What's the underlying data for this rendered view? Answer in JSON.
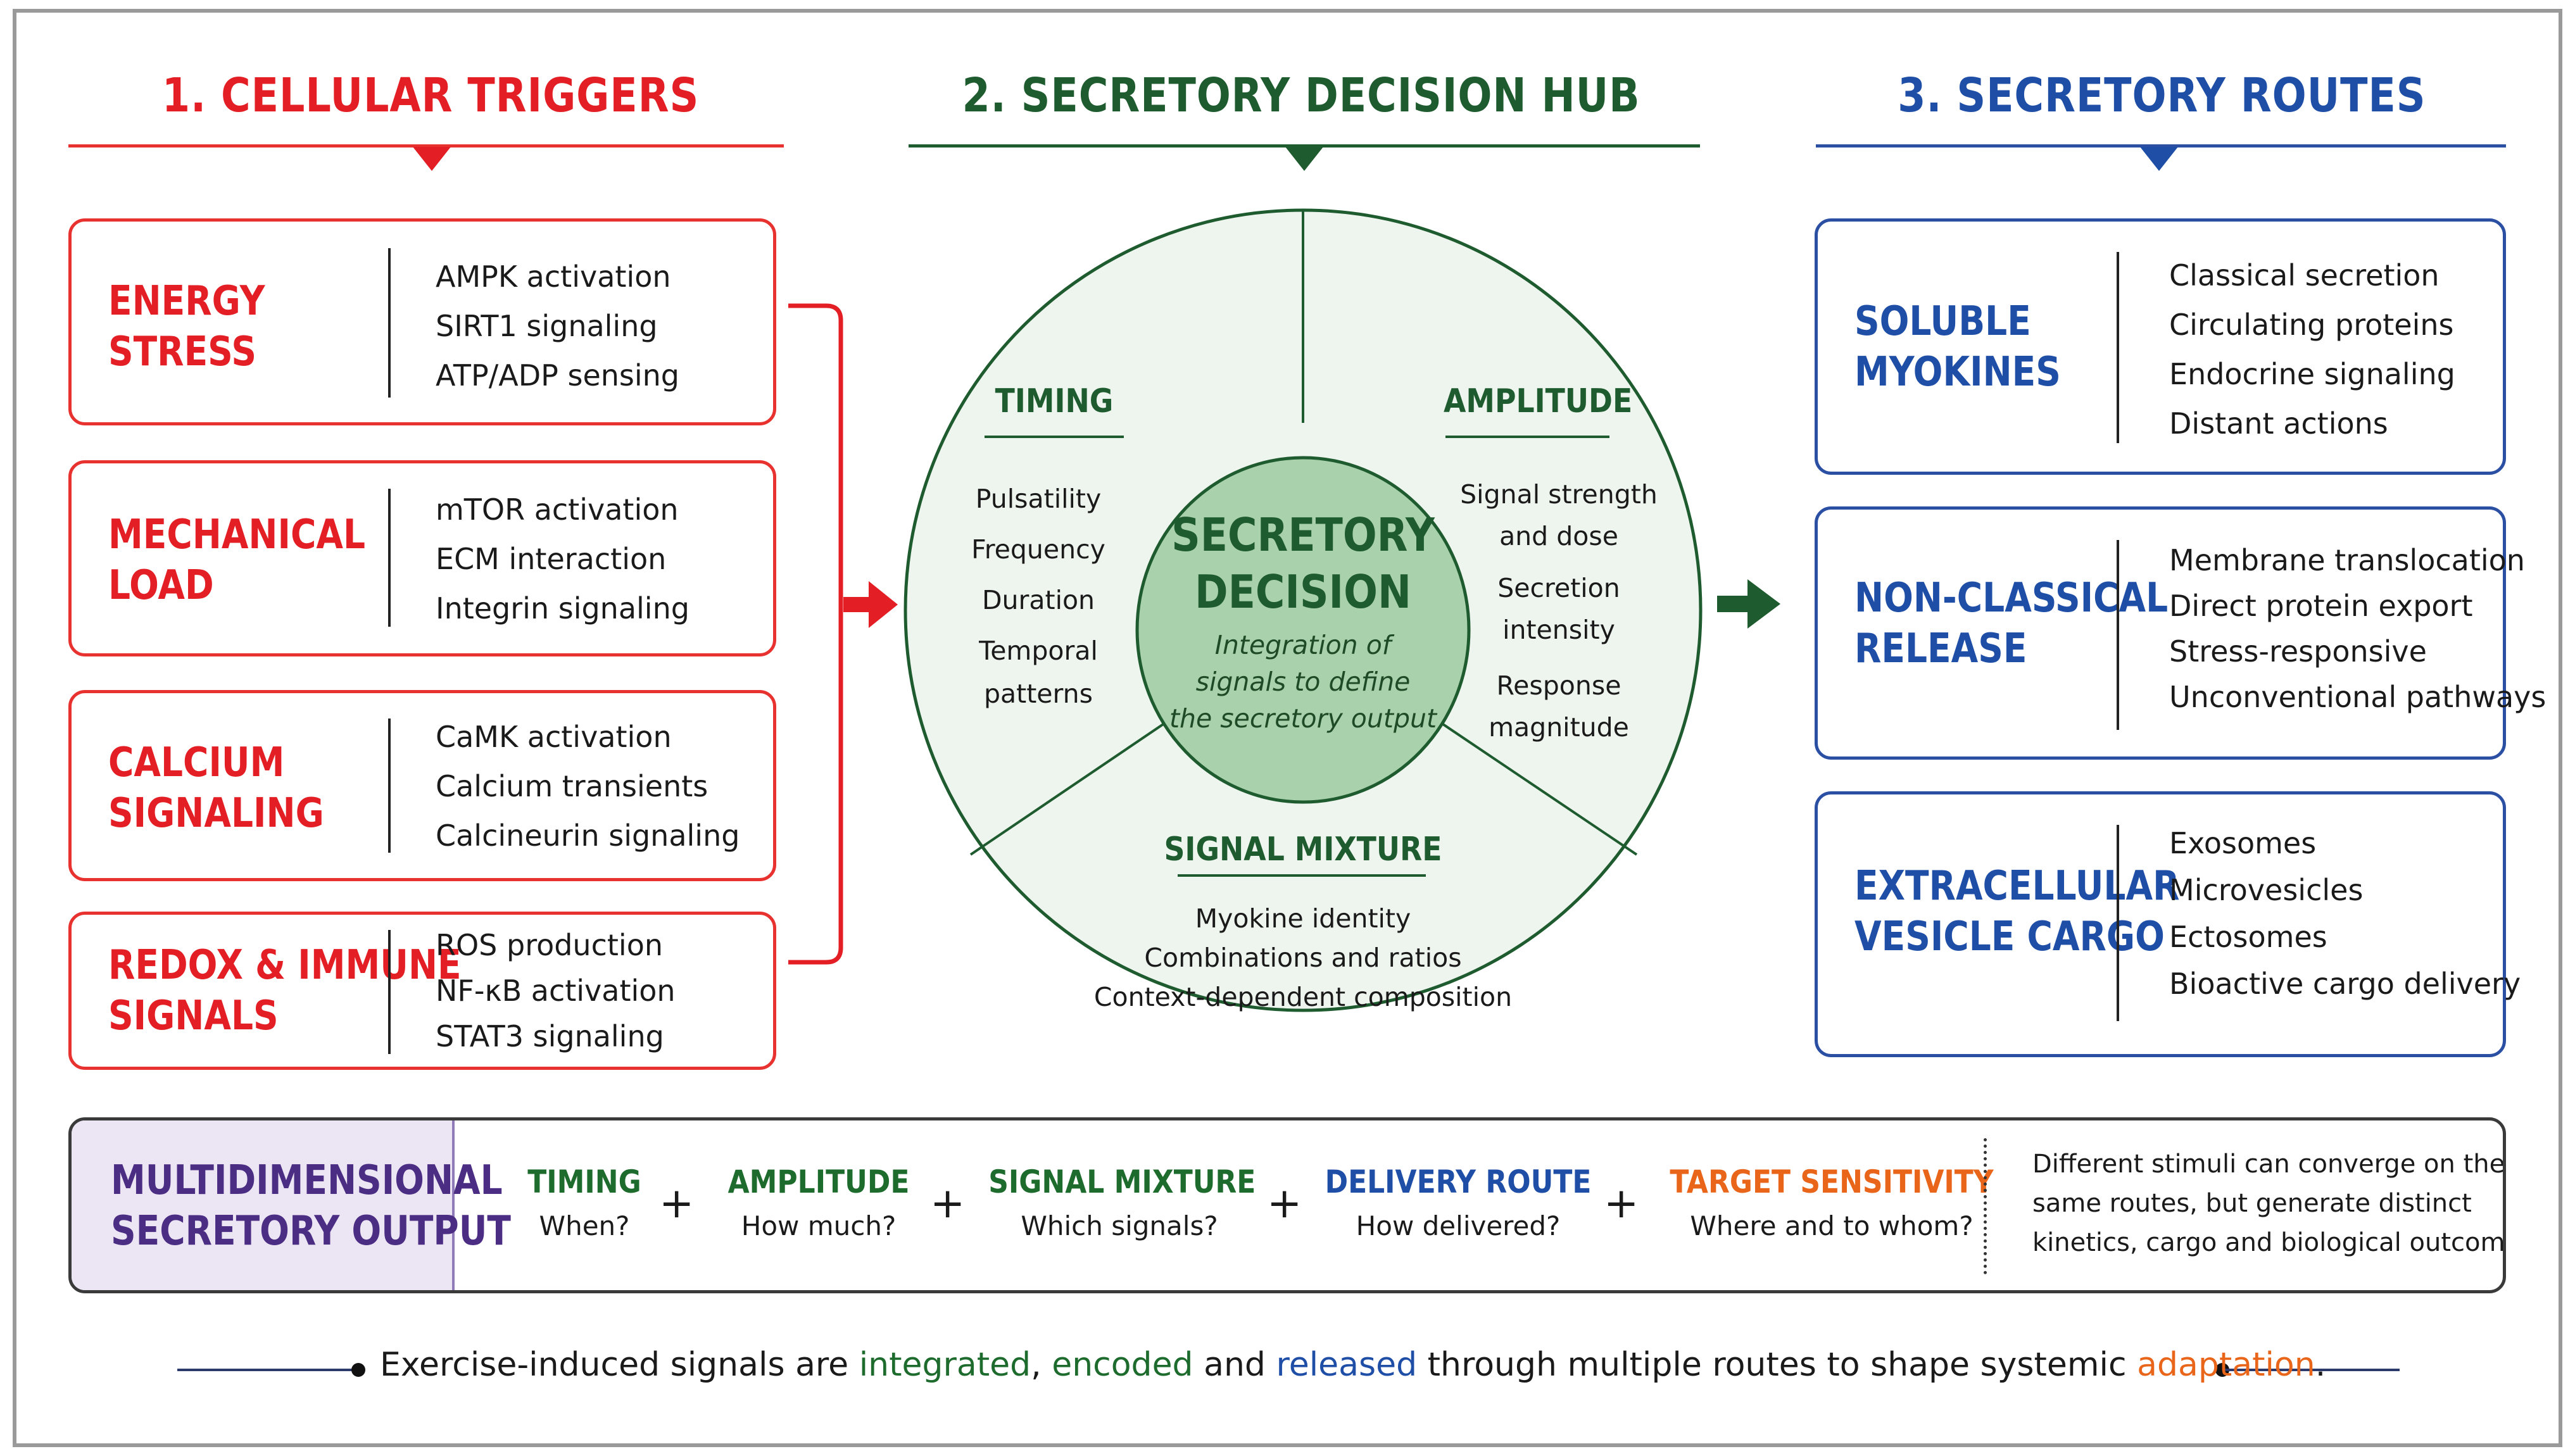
{
  "colors": {
    "trigger_red": "#e31e24",
    "hub_green": "#1e5b2e",
    "hub_fill": "#eef4ee",
    "core_fill": "#a9d1ac",
    "route_blue": "#1f4ea7",
    "output_purple": "#4b2d83",
    "orange": "#e8651a"
  },
  "columns": {
    "triggers": "1. CELLULAR TRIGGERS",
    "hub": "2. SECRETORY DECISION HUB",
    "routes": "3. SECRETORY ROUTES"
  },
  "triggers": [
    {
      "title_lines": [
        "ENERGY",
        "STRESS"
      ],
      "items": [
        "AMPK activation",
        "SIRT1 signaling",
        "ATP/ADP sensing"
      ]
    },
    {
      "title_lines": [
        "MECHANICAL",
        "LOAD"
      ],
      "items": [
        "mTOR activation",
        "ECM interaction",
        "Integrin signaling"
      ]
    },
    {
      "title_lines": [
        "CALCIUM",
        "SIGNALING"
      ],
      "items": [
        "CaMK activation",
        "Calcium transients",
        "Calcineurin signaling"
      ]
    },
    {
      "title_lines": [
        "REDOX & IMMUNE",
        "SIGNALS"
      ],
      "items": [
        "ROS production",
        "NF-κB activation",
        "STAT3 signaling"
      ]
    }
  ],
  "hub": {
    "timing": {
      "title": "TIMING",
      "items": [
        "Pulsatility",
        "Frequency",
        "Duration",
        "Temporal",
        "patterns"
      ]
    },
    "amplitude": {
      "title": "AMPLITUDE",
      "items": [
        "Signal strength",
        "and dose",
        "Secretion",
        "intensity",
        "Response",
        "magnitude"
      ]
    },
    "mixture": {
      "title": "SIGNAL MIXTURE",
      "items": [
        "Myokine identity",
        "Combinations and ratios",
        "Context-dependent composition"
      ]
    },
    "core": {
      "title_lines": [
        "SECRETORY",
        "DECISION"
      ],
      "sub_lines": [
        "Integration of",
        "signals to define",
        "the secretory output"
      ]
    }
  },
  "routes": [
    {
      "title_lines": [
        "SOLUBLE",
        "MYOKINES"
      ],
      "items": [
        "Classical secretion",
        "Circulating proteins",
        "Endocrine signaling",
        "Distant actions"
      ]
    },
    {
      "title_lines": [
        "NON-CLASSICAL",
        "RELEASE"
      ],
      "items": [
        "Membrane translocation",
        "Direct protein export",
        "Stress-responsive",
        "Unconventional pathways"
      ]
    },
    {
      "title_lines": [
        "EXTRACELLULAR",
        "VESICLE CARGO"
      ],
      "items": [
        "Exosomes",
        "Microvesicles",
        "Ectosomes",
        "Bioactive cargo delivery"
      ]
    }
  ],
  "output": {
    "title_lines": [
      "MULTIDIMENSIONAL",
      "SECRETORY OUTPUT"
    ],
    "dims": [
      {
        "title": "TIMING",
        "sub": "When?",
        "color": "#1e6b2e"
      },
      {
        "title": "AMPLITUDE",
        "sub": "How much?",
        "color": "#1e6b2e"
      },
      {
        "title": "SIGNAL MIXTURE",
        "sub": "Which signals?",
        "color": "#1e6b2e"
      },
      {
        "title": "DELIVERY ROUTE",
        "sub": "How delivered?",
        "color": "#1f4ea7"
      },
      {
        "title": "TARGET SENSITIVITY",
        "sub": "Where and to whom?",
        "color": "#e8651a"
      }
    ],
    "plus": "+",
    "note_lines": [
      "Different stimuli can converge on the",
      "same routes, but generate distinct",
      "kinetics, cargo and biological outcomes."
    ]
  },
  "footer": {
    "parts": [
      {
        "text": "Exercise-induced signals are ",
        "color": "#1a1a1a"
      },
      {
        "text": "integrated",
        "color": "#1e6b2e"
      },
      {
        "text": ", ",
        "color": "#1a1a1a"
      },
      {
        "text": "encoded",
        "color": "#1e6b2e"
      },
      {
        "text": " and ",
        "color": "#1a1a1a"
      },
      {
        "text": "released",
        "color": "#1f4ea7"
      },
      {
        "text": " through multiple routes to shape systemic ",
        "color": "#1a1a1a"
      },
      {
        "text": "adaptation",
        "color": "#e8651a"
      },
      {
        "text": ".",
        "color": "#1a1a1a"
      }
    ]
  }
}
